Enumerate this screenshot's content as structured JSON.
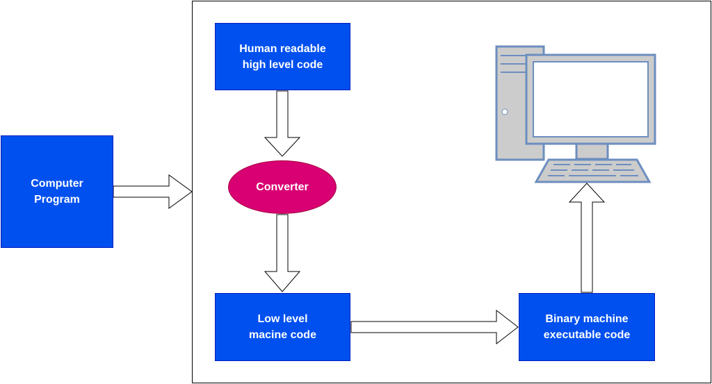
{
  "diagram": {
    "nodes": {
      "computer_program": "Computer\nProgram",
      "high_level_code": "Human readable\nhigh level code",
      "converter": "Converter",
      "low_level_code": "Low level\nmacine code",
      "binary_code": "Binary machine\nexecutable code"
    },
    "icons": {
      "computer": "desktop-computer-icon"
    },
    "colors": {
      "box_fill": "#0050ef",
      "box_stroke": "#001dbc",
      "converter_fill": "#d80073",
      "computer_fill": "#cccccc",
      "computer_stroke": "#6c8ebf"
    }
  }
}
